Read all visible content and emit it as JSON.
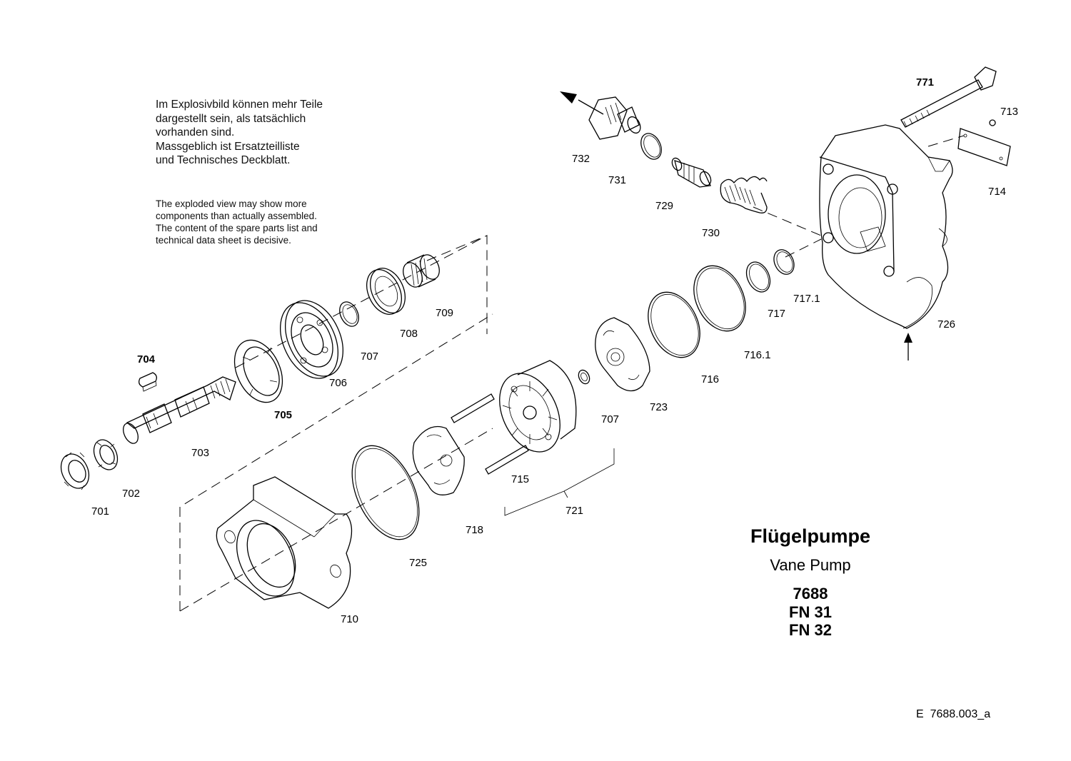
{
  "notes": {
    "de": [
      "Im Explosivbild können mehr Teile",
      "dargestellt sein, als tatsächlich",
      "vorhanden sind.",
      "Massgeblich ist Ersatzteilliste",
      "und Technisches Deckblatt."
    ],
    "en": [
      "The exploded view may show more",
      "components than actually assembled.",
      "The content of the spare parts list and",
      "technical data sheet is decisive."
    ]
  },
  "parts": {
    "p701": "701",
    "p702": "702",
    "p703": "703",
    "p704": "704",
    "p705": "705",
    "p706": "706",
    "p707a": "707",
    "p708": "708",
    "p709": "709",
    "p710": "710",
    "p713": "713",
    "p714": "714",
    "p715": "715",
    "p716": "716",
    "p716_1": "716.1",
    "p717": "717",
    "p717_1": "717.1",
    "p718": "718",
    "p721": "721",
    "p723": "723",
    "p725": "725",
    "p726": "726",
    "p707b": "707",
    "p729": "729",
    "p730": "730",
    "p731": "731",
    "p732": "732",
    "p771": "771"
  },
  "title": {
    "de": "Flügelpumpe",
    "en": "Vane Pump",
    "code": "7688",
    "fn1": "FN 31",
    "fn2": "FN 32"
  },
  "doc_ref": "E  7688.003_a"
}
